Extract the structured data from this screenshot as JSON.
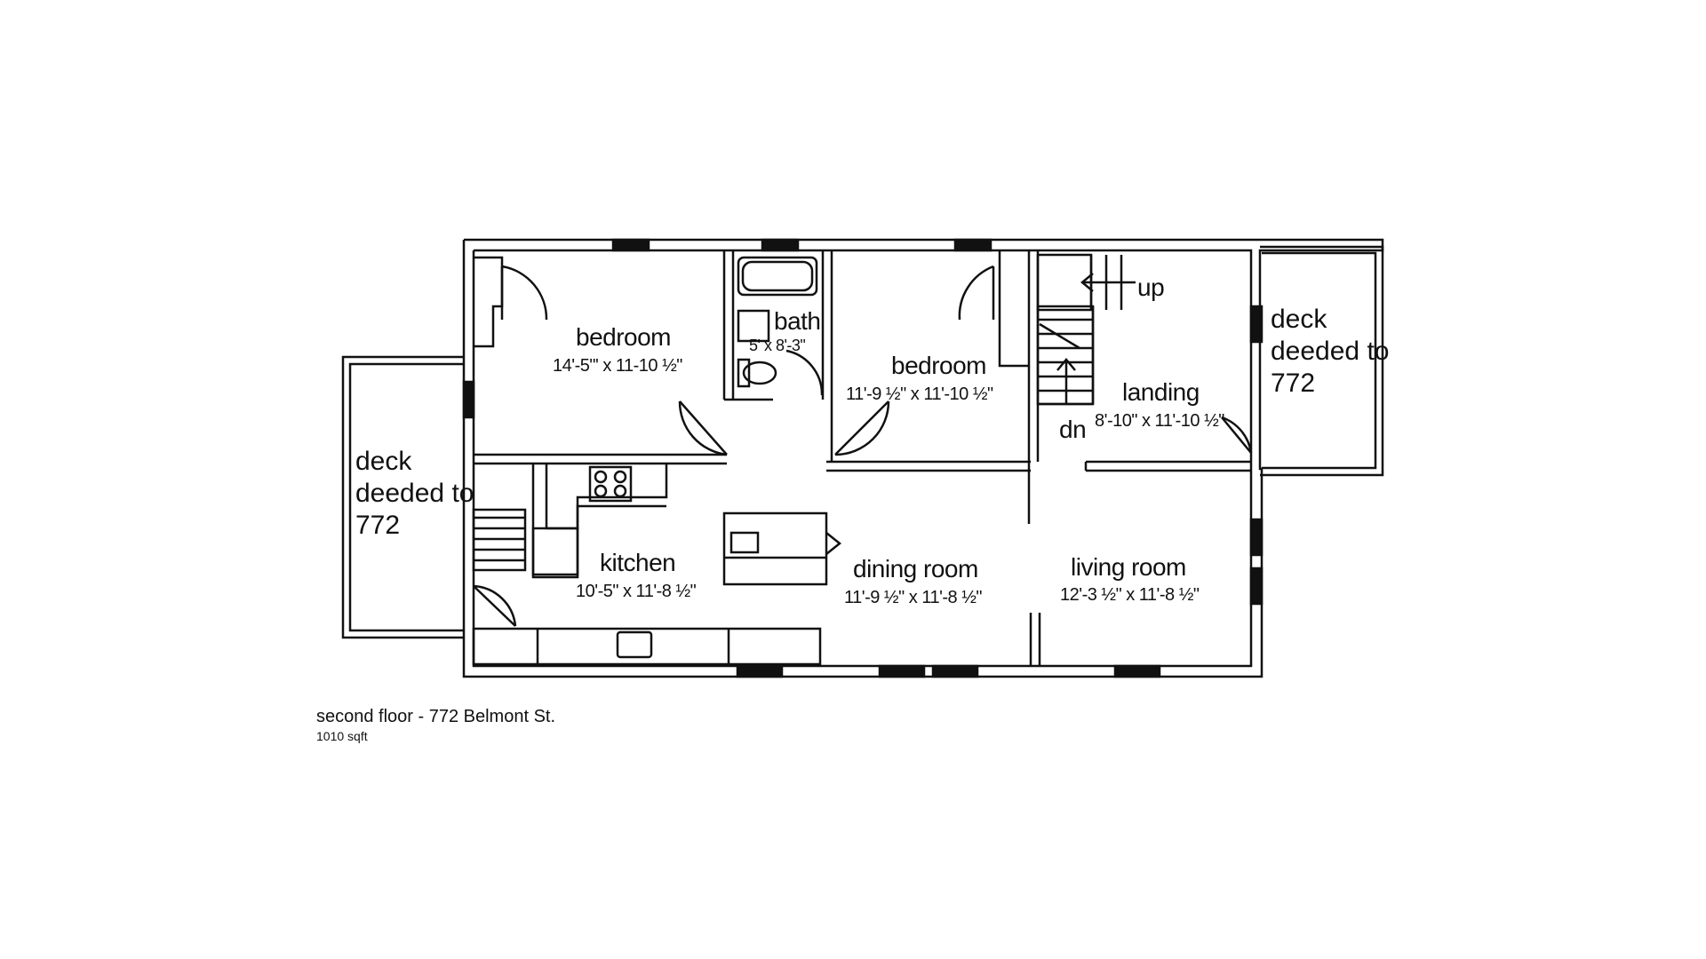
{
  "rooms": {
    "bedroom1": {
      "name": "bedroom",
      "dims": "14'-5\"' x 11-10 ½\""
    },
    "bath": {
      "name": "bath",
      "dims": "5' x 8'-3\""
    },
    "bedroom2": {
      "name": "bedroom",
      "dims": "11'-9 ½\" x 11'-10 ½\""
    },
    "landing": {
      "name": "landing",
      "dims": "8'-10\" x 11'-10 ½\""
    },
    "kitchen": {
      "name": "kitchen",
      "dims": "10'-5\" x 11'-8 ½\""
    },
    "dining": {
      "name": "dining room",
      "dims": "11'-9 ½\" x 11'-8 ½\""
    },
    "living": {
      "name": "living room",
      "dims": "12'-3 ½\" x 11'-8 ½\""
    }
  },
  "decks": {
    "left": {
      "line1": "deck",
      "line2": "deeded to",
      "line3": "772"
    },
    "right": {
      "line1": "deck",
      "line2": "deeded to",
      "line3": "772"
    }
  },
  "stairs": {
    "up": "up",
    "down": "dn"
  },
  "caption": {
    "title": "second floor - 772 Belmont St.",
    "area": "1010 sqft"
  }
}
